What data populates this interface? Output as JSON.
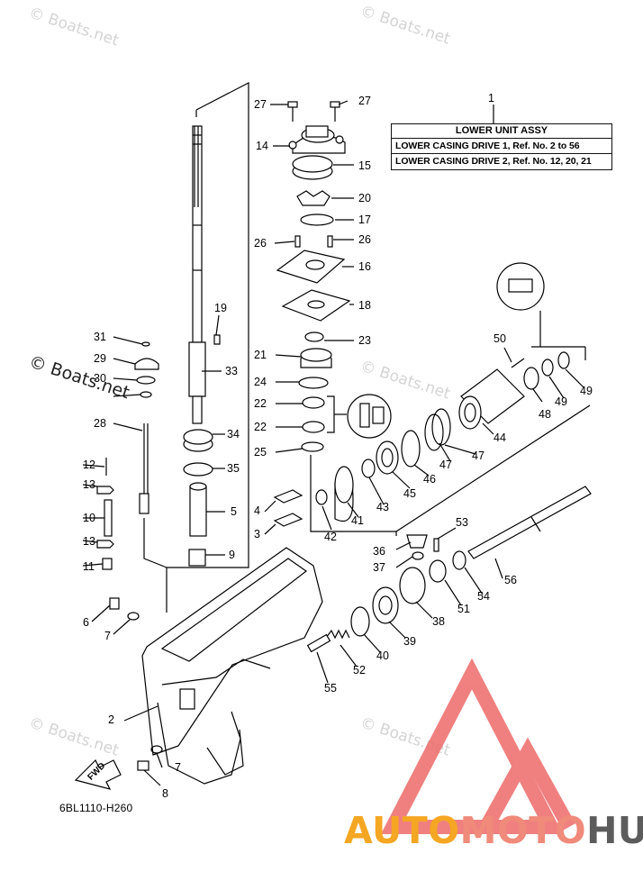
{
  "watermark": "© Boats.net",
  "assembly_box": {
    "number": "1",
    "title": "LOWER UNIT ASSY",
    "line1": "LOWER CASING DRIVE 1,  Ref. No. 2 to 56",
    "line2": "LOWER CASING DRIVE 2,  Ref. No. 12, 20, 21"
  },
  "diagram_code": "6BL1110-H260",
  "fwd_label": "FWD",
  "brand": {
    "part1": "AUTO",
    "part2": "MOTO",
    "part3": "HUB"
  },
  "colors": {
    "brand_orange": "#f5a623",
    "brand_pink": "#f08a7a",
    "brand_gray": "#5c5c5c",
    "logo_red": "#ee6a6a"
  },
  "parts": [
    {
      "ref": "2"
    },
    {
      "ref": "3"
    },
    {
      "ref": "4"
    },
    {
      "ref": "5"
    },
    {
      "ref": "6"
    },
    {
      "ref": "7"
    },
    {
      "ref": "7"
    },
    {
      "ref": "8"
    },
    {
      "ref": "9"
    },
    {
      "ref": "10"
    },
    {
      "ref": "11"
    },
    {
      "ref": "12"
    },
    {
      "ref": "13"
    },
    {
      "ref": "13"
    },
    {
      "ref": "14"
    },
    {
      "ref": "15"
    },
    {
      "ref": "16"
    },
    {
      "ref": "17"
    },
    {
      "ref": "18"
    },
    {
      "ref": "19"
    },
    {
      "ref": "20"
    },
    {
      "ref": "21"
    },
    {
      "ref": "22"
    },
    {
      "ref": "22"
    },
    {
      "ref": "23"
    },
    {
      "ref": "24"
    },
    {
      "ref": "25"
    },
    {
      "ref": "26"
    },
    {
      "ref": "26"
    },
    {
      "ref": "27"
    },
    {
      "ref": "27"
    },
    {
      "ref": "28"
    },
    {
      "ref": "29"
    },
    {
      "ref": "30"
    },
    {
      "ref": "31"
    },
    {
      "ref": "33"
    },
    {
      "ref": "34"
    },
    {
      "ref": "35"
    },
    {
      "ref": "36"
    },
    {
      "ref": "37"
    },
    {
      "ref": "38"
    },
    {
      "ref": "39"
    },
    {
      "ref": "40"
    },
    {
      "ref": "41"
    },
    {
      "ref": "42"
    },
    {
      "ref": "43"
    },
    {
      "ref": "44"
    },
    {
      "ref": "45"
    },
    {
      "ref": "46"
    },
    {
      "ref": "47"
    },
    {
      "ref": "47"
    },
    {
      "ref": "48"
    },
    {
      "ref": "49"
    },
    {
      "ref": "49"
    },
    {
      "ref": "50"
    },
    {
      "ref": "51"
    },
    {
      "ref": "52"
    },
    {
      "ref": "53"
    },
    {
      "ref": "54"
    },
    {
      "ref": "55"
    },
    {
      "ref": "56"
    }
  ]
}
